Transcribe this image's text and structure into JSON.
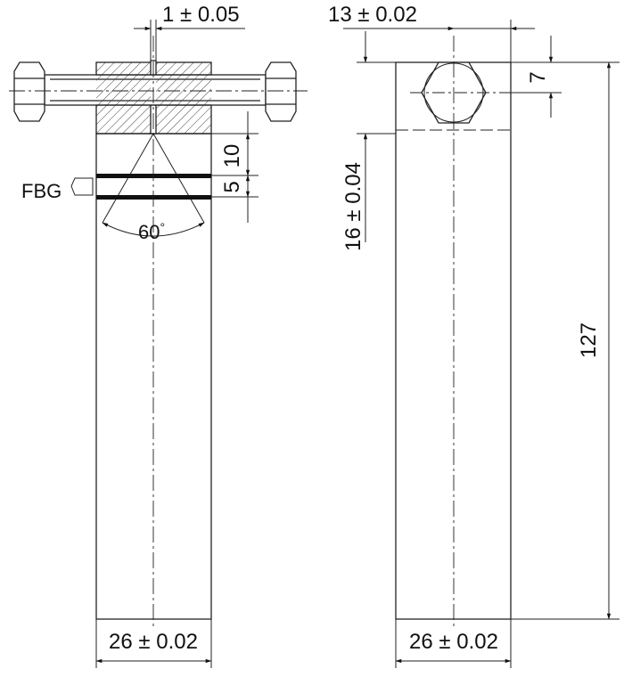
{
  "drawing": {
    "left_view": {
      "notch_width": "1 ± 0.05",
      "notch_depth": "10",
      "fbg_spacing": "5",
      "fbg_label": "FBG",
      "notch_angle": "60",
      "angle_unit": "°",
      "width": "26 ± 0.02"
    },
    "right_view": {
      "bolt_position": "13 ± 0.02",
      "bolt_offset": "7",
      "head_height": "16 ± 0.04",
      "length": "127",
      "width": "26 ± 0.02"
    }
  }
}
